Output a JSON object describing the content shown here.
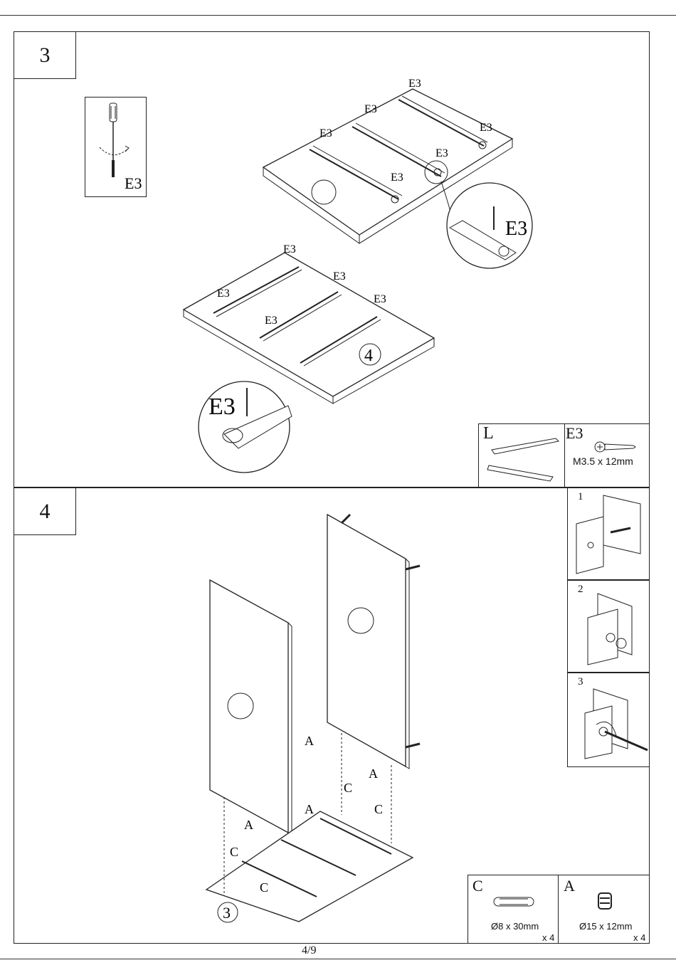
{
  "step3": {
    "number": "3",
    "tool_label": "E3",
    "callouts": [
      "E3",
      "E3",
      "E3",
      "E3",
      "E3",
      "E3",
      "E3",
      "E3",
      "E3",
      "E3",
      "E3"
    ],
    "zoom_label_top": "E3",
    "zoom_label_bottom": "E3",
    "panel_ref": "4",
    "parts": {
      "L": {
        "letter": "L"
      },
      "E3": {
        "letter": "E3",
        "spec": "M3.5 x 12mm"
      }
    }
  },
  "step4": {
    "number": "4",
    "part_letters": [
      "A",
      "A",
      "A",
      "A",
      "C",
      "C",
      "C",
      "C"
    ],
    "panel_ref": "3",
    "insets": [
      "1",
      "2",
      "3"
    ],
    "parts": {
      "C": {
        "letter": "C",
        "spec": "Ø8 x 30mm",
        "qty": "x 4"
      },
      "A": {
        "letter": "A",
        "spec": "Ø15 x 12mm",
        "qty": "x 4"
      }
    }
  },
  "page_number": "4/9",
  "colors": {
    "line": "#222222",
    "background": "#ffffff"
  }
}
